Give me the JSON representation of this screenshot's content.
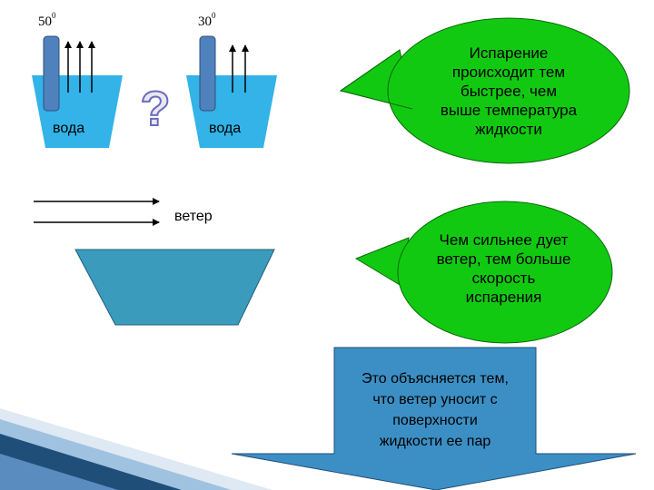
{
  "beaker_left": {
    "temperature": "50",
    "temp_unit": "0",
    "liquid_label": "вода"
  },
  "beaker_right": {
    "temperature": "30",
    "temp_unit": "0",
    "liquid_label": "вода"
  },
  "question_mark": "?",
  "wind_label": "ветер",
  "bubble_temperature": {
    "text_lines": [
      "Испарение",
      "происходит тем",
      "быстрее, чем",
      "выше температура",
      "жидкости"
    ]
  },
  "bubble_wind": {
    "text_lines": [
      "Чем сильнее дует",
      "ветер, тем больше",
      "скорость",
      "испарения"
    ]
  },
  "explanation_box": {
    "text_lines": [
      "Это объясняется тем,",
      "что ветер уносит с",
      "поверхности",
      "жидкости ее пар"
    ]
  },
  "colors": {
    "water": "#33b3e8",
    "thermometer": "#4f81bd",
    "bubble_fill": "#12c912",
    "basin_fill": "#3b9bbd",
    "arrow_box_fill": "#3c8fc4",
    "stripe_dark": "#1f4e79",
    "question_fill": "#e8e8f4",
    "question_outline": "#6b6bbd"
  }
}
